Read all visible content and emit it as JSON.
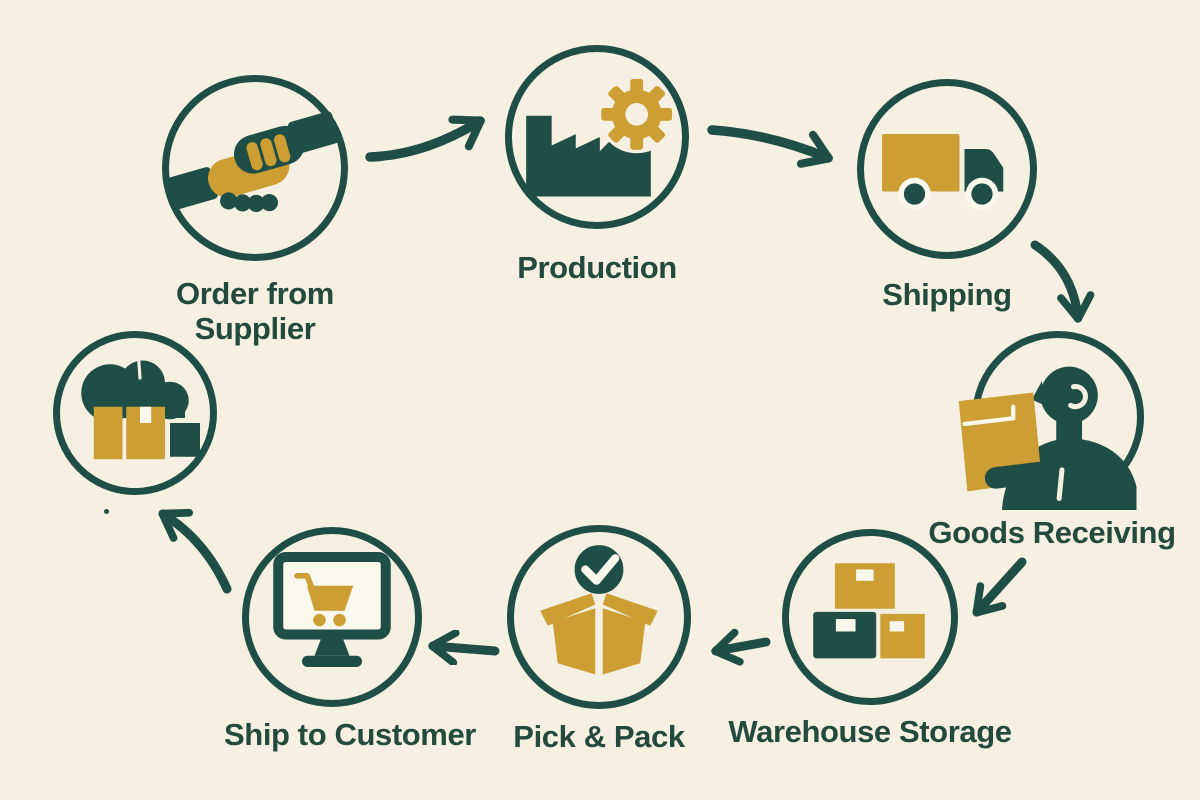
{
  "palette": {
    "background": "#F5F0E2",
    "teal": "#1F4E46",
    "gold": "#CD9E33",
    "cream_white": "#FAF7ED"
  },
  "diagram": {
    "nodes": [
      {
        "id": "order-from-supplier",
        "label": "Order from Supplier",
        "icon": "handshake-icon"
      },
      {
        "id": "production",
        "label": "Production",
        "icon": "factory-gear-icon"
      },
      {
        "id": "shipping",
        "label": "Shipping",
        "icon": "delivery-truck-icon"
      },
      {
        "id": "goods-receiving",
        "label": "Goods Receiving",
        "icon": "person-receiving-box-icon"
      },
      {
        "id": "warehouse-storage",
        "label": "Warehouse Storage",
        "icon": "stacked-boxes-icon"
      },
      {
        "id": "pick-and-pack",
        "label": "Pick & Pack",
        "icon": "open-box-checkmark-icon"
      },
      {
        "id": "ship-to-customer",
        "label": "Ship to Customer",
        "icon": "monitor-shopping-cart-icon"
      },
      {
        "id": "cloud-inventory",
        "label": "",
        "icon": "cloud-boxes-icon"
      }
    ],
    "flow": [
      "Order from Supplier → Production",
      "Production → Shipping",
      "Shipping → Goods Receiving",
      "Goods Receiving → Warehouse Storage",
      "Warehouse Storage → Pick & Pack",
      "Pick & Pack → Ship to Customer",
      "Ship to Customer → Cloud inventory"
    ]
  }
}
